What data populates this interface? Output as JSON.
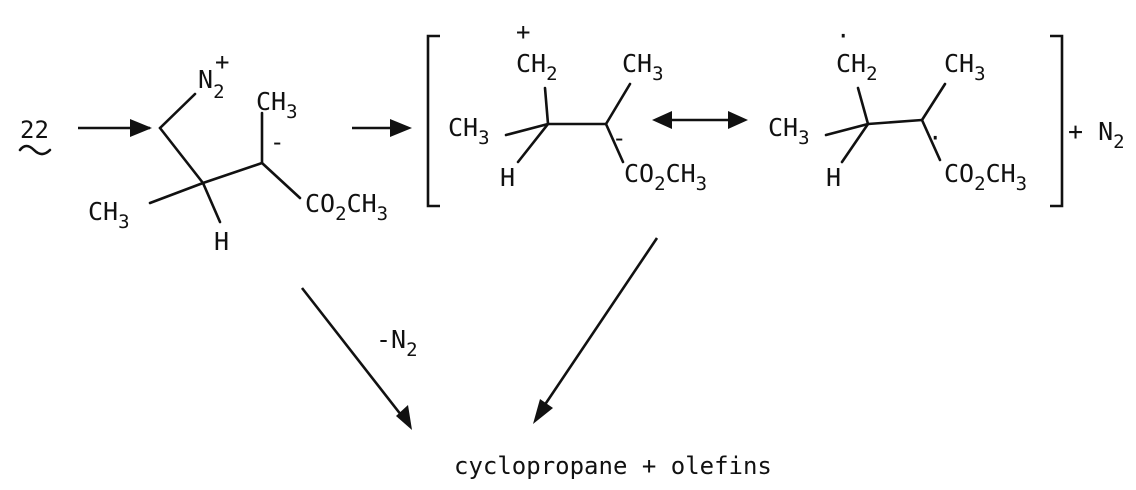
{
  "compound_ref": {
    "number": "22"
  },
  "diazonium": {
    "n_symbol": "N",
    "n_count": "2",
    "charge": "+",
    "methyl_top": {
      "main": "CH",
      "sub": "3"
    },
    "anion_charge": "-",
    "methyl_left": {
      "main": "CH",
      "sub": "3"
    },
    "hydrogen": "H",
    "ester": {
      "a": "CO",
      "a_sub": "2",
      "b": "CH",
      "b_sub": "3"
    }
  },
  "resonance": {
    "cation_form": {
      "charge_plus": "+",
      "methylene": {
        "main": "CH",
        "sub": "2"
      },
      "methyl_top": {
        "main": "CH",
        "sub": "3"
      },
      "methyl_left": {
        "main": "CH",
        "sub": "3"
      },
      "anion_charge": "-",
      "hydrogen": "H",
      "ester": {
        "a": "CO",
        "a_sub": "2",
        "b": "CH",
        "b_sub": "3"
      }
    },
    "radical_form": {
      "radical_dot": "·",
      "methylene": {
        "main": "CH",
        "sub": "2"
      },
      "methyl_top": {
        "main": "CH",
        "sub": "3"
      },
      "methyl_left": {
        "main": "CH",
        "sub": "3"
      },
      "radical_dot_2": "·",
      "hydrogen": "H",
      "ester": {
        "a": "CO",
        "a_sub": "2",
        "b": "CH",
        "b_sub": "3"
      }
    },
    "byproduct": {
      "main": "+ N",
      "sub": "2"
    }
  },
  "loss_label": {
    "main": "-N",
    "sub": "2"
  },
  "products": "cyclopropane + olefins"
}
